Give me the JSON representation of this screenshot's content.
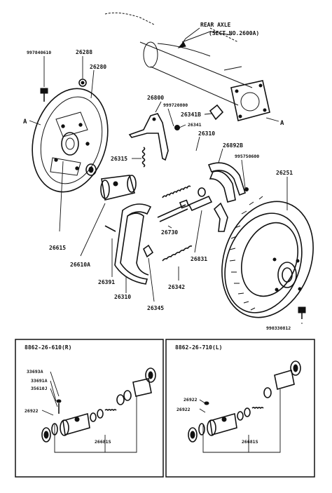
{
  "header": {
    "rear_axle_title": "REAR AXLE",
    "rear_axle_sub": "(SECT.NO.2600A)"
  },
  "section_markers": {
    "left": "A",
    "right": "A"
  },
  "parts": {
    "p997840610": "997840610",
    "p26288": "26288",
    "p26280": "26280",
    "p26800": "26800",
    "p999720800": "999720800",
    "p26341B": "26341B",
    "p26341": "26341",
    "p26310_top": "26310",
    "p26892B": "26892B",
    "p995750600": "995750600",
    "p26251": "26251",
    "p26315": "26315",
    "p26615": "26615",
    "p26610A": "26610A",
    "p26730": "26730",
    "p26831": "26831",
    "p26391": "26391",
    "p26310_bottom": "26310",
    "p26342": "26342",
    "p26345": "26345",
    "p990330812": "990330812"
  },
  "inset_left": {
    "title": "8862-26-610(R)",
    "labels": {
      "a": "33693A",
      "b": "33691A",
      "c": "35610J",
      "d": "26922",
      "e": "26681S"
    }
  },
  "inset_right": {
    "title": "8862-26-710(L)",
    "labels": {
      "a": "26922",
      "b": "26922",
      "c": "26681S"
    }
  }
}
